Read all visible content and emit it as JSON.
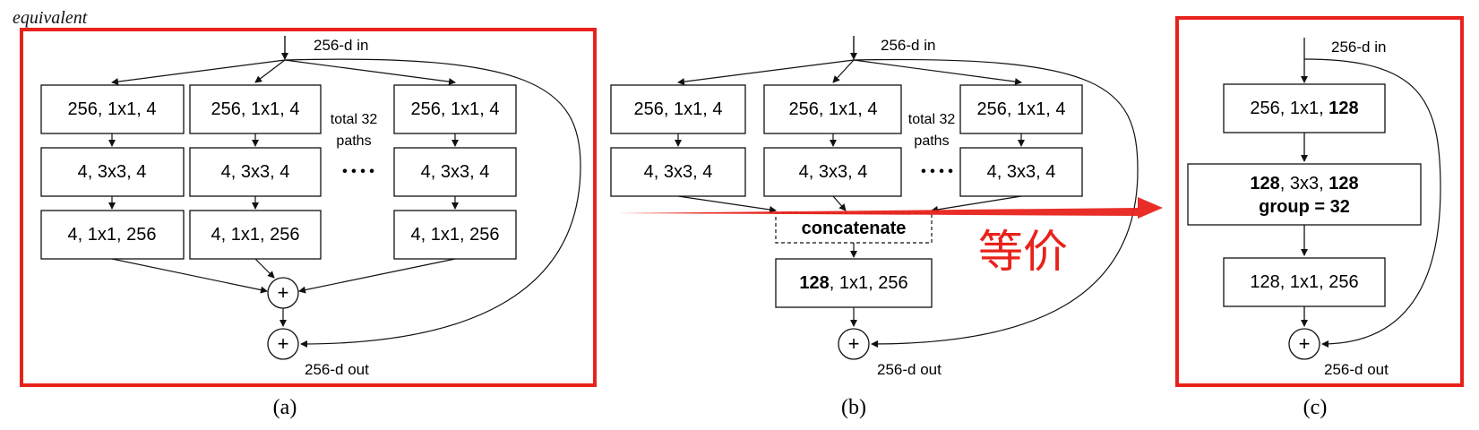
{
  "top_note": "equivalent",
  "colors": {
    "highlight": "#e8221b",
    "line": "#111111"
  },
  "icons": [
    "plus-icon",
    "ellipsis-icon",
    "right-arrow-icon"
  ],
  "panel_a": {
    "caption": "(a)",
    "input_label": "256-d in",
    "output_label": "256-d out",
    "paths_note_line1": "total 32",
    "paths_note_line2": "paths",
    "ellipsis": "• • • •",
    "path_rows": [
      "256, 1x1, 4",
      "4, 3x3, 4",
      "4, 1x1, 256"
    ],
    "plus": "+"
  },
  "panel_b": {
    "caption": "(b)",
    "input_label": "256-d in",
    "output_label": "256-d out",
    "paths_note_line1": "total 32",
    "paths_note_line2": "paths",
    "ellipsis": "• • • •",
    "path_rows": [
      "256, 1x1, 4",
      "4, 3x3, 4"
    ],
    "concat_label": "concatenate",
    "final_bold": "128",
    "final_rest": ", 1x1, 256",
    "plus": "+"
  },
  "equiv_annotation": "等价",
  "panel_c": {
    "caption": "(c)",
    "input_label": "256-d in",
    "output_label": "256-d out",
    "box1_rest": "256, 1x1, ",
    "box1_bold": "128",
    "box2_bold_a": "128",
    "box2_mid": ", 3x3, ",
    "box2_bold_b": "128",
    "box2_line2": "group = 32",
    "box3": "128, 1x1, 256",
    "plus": "+"
  }
}
